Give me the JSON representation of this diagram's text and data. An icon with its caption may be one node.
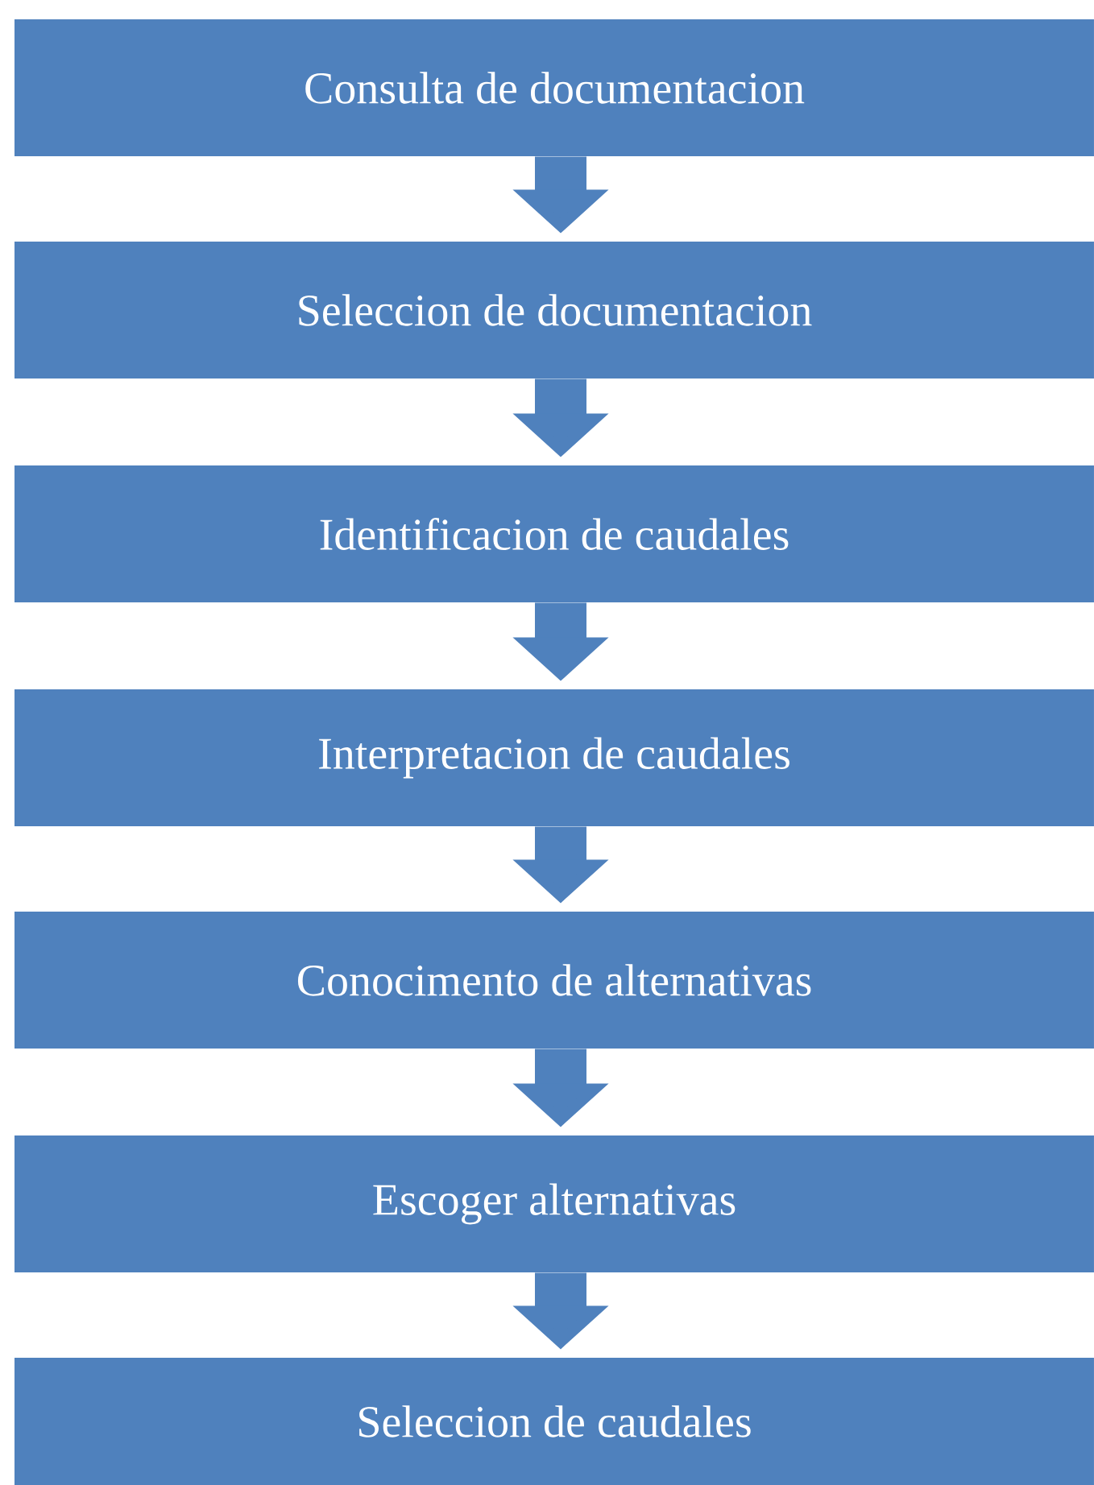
{
  "diagram": {
    "nodes": [
      {
        "text": [
          "Consulta de documentacion"
        ]
      },
      {
        "text": [
          "Seleccion de documentacion"
        ]
      },
      {
        "text": [
          "Identificacion de caudales"
        ]
      },
      {
        "text": [
          "Interpretacion de caudales"
        ]
      },
      {
        "text": [
          "Conocimento de alternativas"
        ]
      },
      {
        "text": [
          "Escoger alternativas"
        ]
      },
      {
        "text": [
          "Seleccion de caudales"
        ]
      }
    ],
    "edges": [
      {
        "from": 0,
        "to": 1,
        "arrow": "to"
      },
      {
        "from": 1,
        "to": 2,
        "arrow": "to"
      },
      {
        "from": 2,
        "to": 3,
        "arrow": "to"
      },
      {
        "from": 3,
        "to": 4,
        "arrow": "to"
      },
      {
        "from": 4,
        "to": 5,
        "arrow": "to"
      },
      {
        "from": 5,
        "to": 6,
        "arrow": "to"
      }
    ]
  }
}
